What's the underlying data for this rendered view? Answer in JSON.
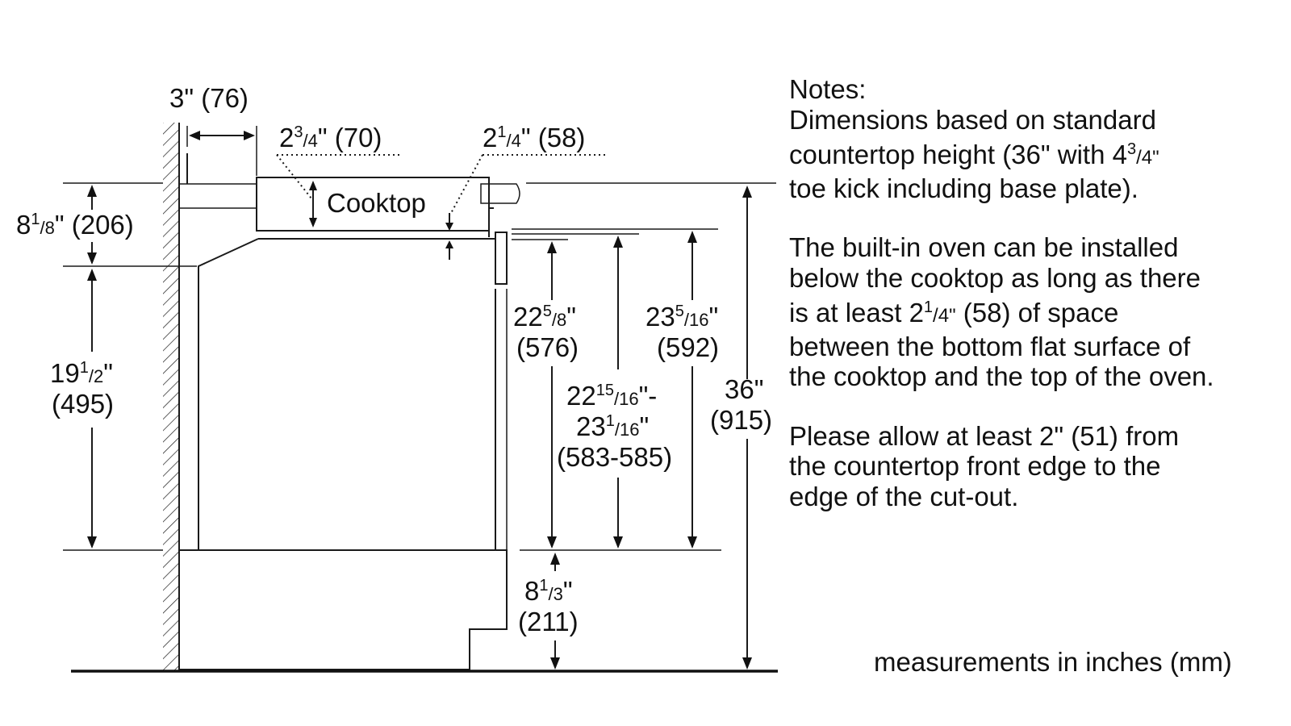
{
  "diagram": {
    "cooktop_label": "Cooktop",
    "dimensions": {
      "side_clearance": "3\" (76)",
      "cooktop_height": {
        "whole": "2",
        "sup": "3",
        "den": "/4",
        "rest": "\" (70)"
      },
      "gap_min": {
        "whole": "2",
        "sup": "1",
        "den": "/4",
        "rest": "\" (58)"
      },
      "top_zone": {
        "whole": "8",
        "sup": "1",
        "den": "/8",
        "rest": "\" (206)"
      },
      "oven_zone": {
        "whole": "19",
        "sup": "1",
        "den": "/2",
        "rest": "\"",
        "mm": "(495)"
      },
      "cutout_a": {
        "whole": "22",
        "sup": "5",
        "den": "/8",
        "rest": "\"",
        "mm": "(576)"
      },
      "cutout_b": {
        "whole1": "22",
        "sup1": "15",
        "den1": "/16",
        "rest1": "\"-",
        "whole2": "23",
        "sup2": "1",
        "den2": "/16",
        "rest2": "\"",
        "mm": "(583-585)"
      },
      "cutout_c": {
        "whole": "23",
        "sup": "5",
        "den": "/16",
        "rest": "\"",
        "mm": "(592)"
      },
      "total_height": {
        "line1": "36\"",
        "mm": "(915)"
      },
      "plinth": {
        "whole": "8",
        "sup": "1",
        "den": "/3",
        "rest": "\"",
        "mm": "(211)"
      }
    }
  },
  "notes": {
    "heading": "Notes:",
    "para1": {
      "a": "Dimensions based on standard",
      "b_pre": "countertop height (36\" with 4",
      "b_sup": "3",
      "b_den": "/4\"",
      "c": "toe kick including base plate)."
    },
    "para2": {
      "a": "The built-in oven can be installed",
      "b": "below the cooktop as long as there",
      "c_pre": "is at least 2",
      "c_sup": "1",
      "c_den": "/4\"",
      "c_post": " (58) of space",
      "d": "between the bottom flat surface of",
      "e": "the cooktop and the top of the oven."
    },
    "para3": {
      "a": "Please allow at least 2\" (51) from",
      "b": "the countertop front edge to the",
      "c": "edge of the cut-out."
    }
  },
  "footer": "measurements in inches (mm)"
}
